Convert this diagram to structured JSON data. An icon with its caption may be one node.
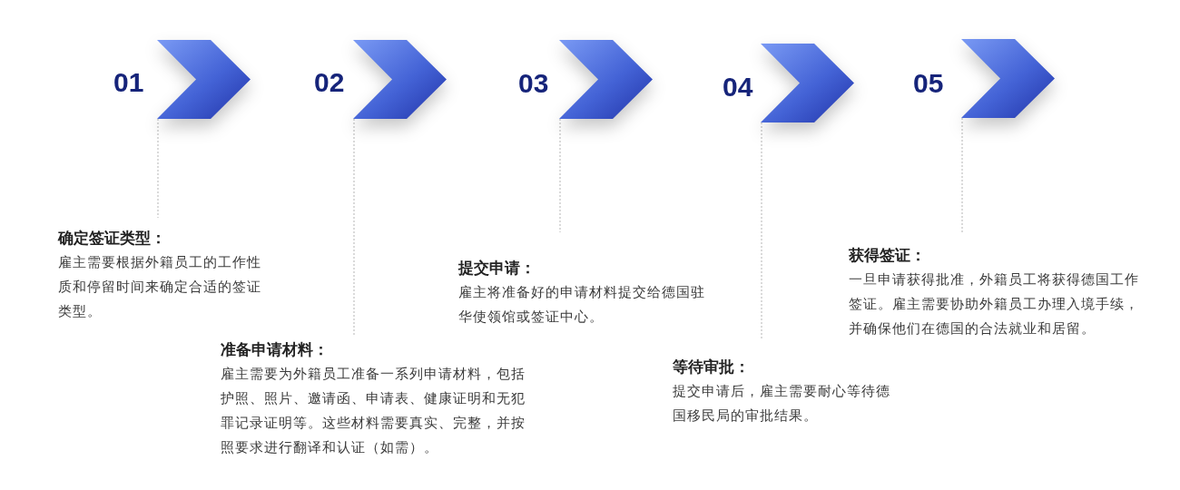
{
  "diagram": {
    "nodes": [
      {
        "text": [],
        "shape": "chevron",
        "beside": [
          "01"
        ]
      },
      {
        "text": [
          "确定签证类型：",
          "雇主需要根据外籍员工的工作性质和停留时间来确定合适的签证类型。"
        ]
      },
      {
        "text": [],
        "shape": "chevron",
        "beside": [
          "02"
        ]
      },
      {
        "text": [
          "准备申请材料：",
          "雇主需要为外籍员工准备一系列申请材料，包括护照、照片、邀请函、申请表、健康证明和无犯罪记录证明等。这些材料需要真实、完整，并按照要求进行翻译和认证（如需）。"
        ]
      },
      {
        "text": [],
        "shape": "chevron",
        "beside": [
          "03"
        ]
      },
      {
        "text": [
          "提交申请：",
          "雇主将准备好的申请材料提交给德国驻华使领馆或签证中心。"
        ]
      },
      {
        "text": [],
        "shape": "chevron",
        "beside": [
          "04"
        ]
      },
      {
        "text": [
          "等待审批：",
          "提交申请后，雇主需要耐心等待德国移民局的审批结果。"
        ]
      },
      {
        "text": [],
        "shape": "chevron",
        "beside": [
          "05"
        ]
      },
      {
        "text": [
          "获得签证：",
          "一旦申请获得批准，外籍员工将获得德国工作签证。雇主需要协助外籍员工办理入境手续，并确保他们在德国的合法就业和居留。"
        ]
      }
    ],
    "edges": [
      {
        "from": 0,
        "to": 1,
        "arrow": "none",
        "style": "dashed"
      },
      {
        "from": 2,
        "to": 3,
        "arrow": "none",
        "style": "dashed"
      },
      {
        "from": 4,
        "to": 5,
        "arrow": "none",
        "style": "dashed"
      },
      {
        "from": 6,
        "to": 7,
        "arrow": "none",
        "style": "dashed"
      },
      {
        "from": 8,
        "to": 9,
        "arrow": "none",
        "style": "dashed"
      }
    ]
  }
}
